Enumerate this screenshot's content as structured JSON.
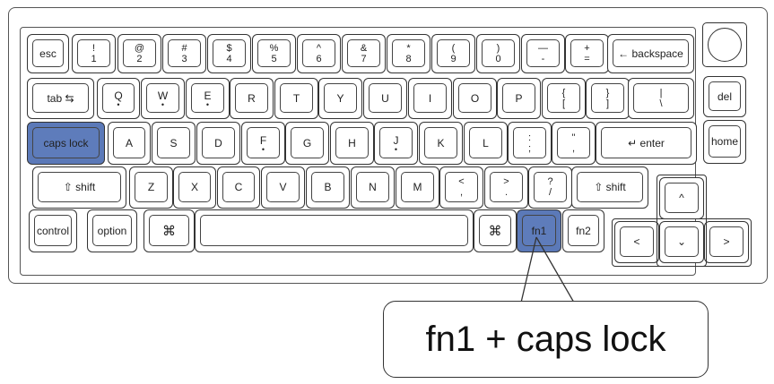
{
  "callout": {
    "text": "fn1  +  caps lock"
  },
  "colors": {
    "highlight": "#5e7cbb",
    "outline": "#333333"
  },
  "rows": [
    {
      "name": "number-row",
      "keys": [
        {
          "id": "esc",
          "label": "esc"
        },
        {
          "id": "1",
          "top": "!",
          "bottom": "1"
        },
        {
          "id": "2",
          "top": "@",
          "bottom": "2"
        },
        {
          "id": "3",
          "top": "#",
          "bottom": "3"
        },
        {
          "id": "4",
          "top": "$",
          "bottom": "4"
        },
        {
          "id": "5",
          "top": "%",
          "bottom": "5"
        },
        {
          "id": "6",
          "top": "^",
          "bottom": "6"
        },
        {
          "id": "7",
          "top": "&",
          "bottom": "7"
        },
        {
          "id": "8",
          "top": "*",
          "bottom": "8"
        },
        {
          "id": "9",
          "top": "(",
          "bottom": "9"
        },
        {
          "id": "0",
          "top": ")",
          "bottom": "0"
        },
        {
          "id": "minus",
          "top": "—",
          "bottom": "-"
        },
        {
          "id": "equals",
          "top": "+",
          "bottom": "="
        },
        {
          "id": "backspace",
          "label": "← backspace"
        }
      ]
    },
    {
      "name": "top-row",
      "keys": [
        {
          "id": "tab",
          "label": "tab ⇆"
        },
        {
          "id": "q",
          "label": "Q"
        },
        {
          "id": "w",
          "label": "W"
        },
        {
          "id": "e",
          "label": "E"
        },
        {
          "id": "r",
          "label": "R"
        },
        {
          "id": "t",
          "label": "T"
        },
        {
          "id": "y",
          "label": "Y"
        },
        {
          "id": "u",
          "label": "U"
        },
        {
          "id": "i",
          "label": "I"
        },
        {
          "id": "o",
          "label": "O"
        },
        {
          "id": "p",
          "label": "P"
        },
        {
          "id": "lbracket",
          "top": "{",
          "bottom": "["
        },
        {
          "id": "rbracket",
          "top": "}",
          "bottom": "]"
        },
        {
          "id": "backslash",
          "top": "|",
          "bottom": "\\"
        }
      ]
    },
    {
      "name": "home-row",
      "keys": [
        {
          "id": "capslock",
          "label": "caps lock",
          "highlight": true
        },
        {
          "id": "a",
          "label": "A"
        },
        {
          "id": "s",
          "label": "S"
        },
        {
          "id": "d",
          "label": "D"
        },
        {
          "id": "f",
          "label": "F"
        },
        {
          "id": "g",
          "label": "G"
        },
        {
          "id": "h",
          "label": "H"
        },
        {
          "id": "j",
          "label": "J"
        },
        {
          "id": "k",
          "label": "K"
        },
        {
          "id": "l",
          "label": "L"
        },
        {
          "id": "semicolon",
          "top": ":",
          "bottom": ";"
        },
        {
          "id": "quote",
          "top": "\"",
          "bottom": ","
        },
        {
          "id": "enter",
          "label": "↵ enter"
        }
      ]
    },
    {
      "name": "shift-row",
      "keys": [
        {
          "id": "lshift",
          "label": "⇧ shift"
        },
        {
          "id": "z",
          "label": "Z"
        },
        {
          "id": "x",
          "label": "X"
        },
        {
          "id": "c",
          "label": "C"
        },
        {
          "id": "v",
          "label": "V"
        },
        {
          "id": "b",
          "label": "B"
        },
        {
          "id": "n",
          "label": "N"
        },
        {
          "id": "m",
          "label": "M"
        },
        {
          "id": "comma",
          "top": "<",
          "bottom": ","
        },
        {
          "id": "period",
          "top": ">",
          "bottom": "."
        },
        {
          "id": "slash",
          "top": "?",
          "bottom": "/"
        },
        {
          "id": "rshift",
          "label": "⇧ shift"
        }
      ]
    },
    {
      "name": "bottom-row",
      "keys": [
        {
          "id": "control",
          "label": "control"
        },
        {
          "id": "option",
          "label": "option"
        },
        {
          "id": "lcmd",
          "label": "⌘"
        },
        {
          "id": "space",
          "label": ""
        },
        {
          "id": "rcmd",
          "label": "⌘"
        },
        {
          "id": "fn1",
          "label": "fn1",
          "highlight": true
        },
        {
          "id": "fn2",
          "label": "fn2"
        }
      ]
    }
  ],
  "nav": [
    {
      "id": "del",
      "label": "del"
    },
    {
      "id": "home",
      "label": "home"
    }
  ],
  "arrows": [
    {
      "id": "up",
      "label": "^"
    },
    {
      "id": "left",
      "label": "<"
    },
    {
      "id": "down",
      "label": "⌄"
    },
    {
      "id": "right",
      "label": ">"
    }
  ]
}
